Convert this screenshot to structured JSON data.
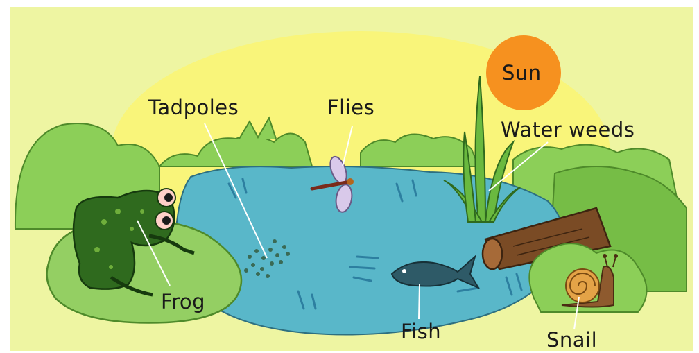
{
  "labels": {
    "sun": "Sun",
    "tadpoles": "Tadpoles",
    "flies": "Flies",
    "water_weeds": "Water weeds",
    "frog": "Frog",
    "fish": "Fish",
    "snail": "Snail"
  },
  "colors": {
    "background": "#eef5a2",
    "sky_glow": "#f9f57a",
    "sun": "#f6911f",
    "bush": "#8ccf58",
    "bush_dark": "#5f9e33",
    "pond": "#59b7c9",
    "lily_pad": "#94cf63",
    "frog": "#2f6a1e",
    "fish": "#2e5a67",
    "log": "#7a4b25",
    "snail_shell": "#e4a347",
    "snail_body": "#8e5a2e"
  },
  "icons": [
    "sun-icon",
    "frog-icon",
    "tadpoles-icon",
    "fly-icon",
    "water-weeds-icon",
    "fish-icon",
    "log-icon",
    "snail-icon"
  ]
}
